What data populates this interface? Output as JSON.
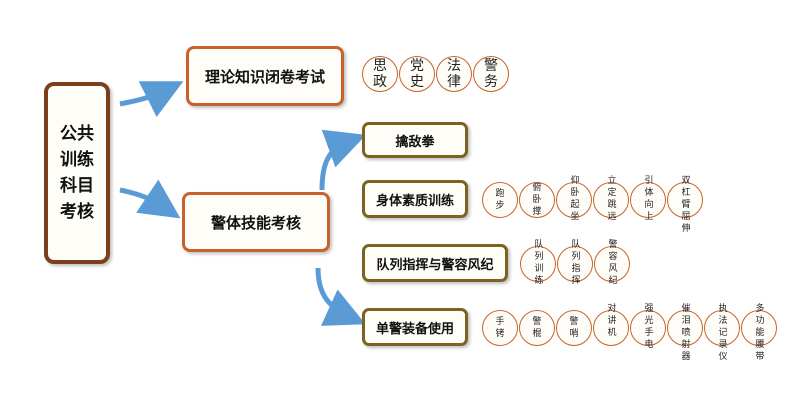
{
  "diagram": {
    "root": {
      "label": "公共训练科目考核"
    },
    "branch1": {
      "label": "理论知识闭卷考试",
      "items": [
        "思政",
        "党史",
        "法律",
        "警务"
      ]
    },
    "branch2": {
      "label": "警体技能考核",
      "children": [
        {
          "label": "擒敌拳",
          "items": []
        },
        {
          "label": "身体素质训练",
          "items": [
            "跑步",
            "俯卧撑",
            "仰卧起坐",
            "立定跳远",
            "引体向上",
            "双杠臂屈伸"
          ]
        },
        {
          "label": "队列指挥与警容风纪",
          "items": [
            "队列训练",
            "队列指挥",
            "警容风纪"
          ]
        },
        {
          "label": "单警装备使用",
          "items": [
            "手铐",
            "警棍",
            "警哨",
            "对讲机",
            "强光手电",
            "催泪喷射器",
            "执法记录仪",
            "多功能腰带"
          ]
        }
      ]
    },
    "colors": {
      "root_border": "#7a3f1c",
      "level1_border": "#c9622a",
      "level2_border": "#7c6220",
      "circle_border": "#c9622a",
      "arrow": "#5b9bd5"
    }
  }
}
